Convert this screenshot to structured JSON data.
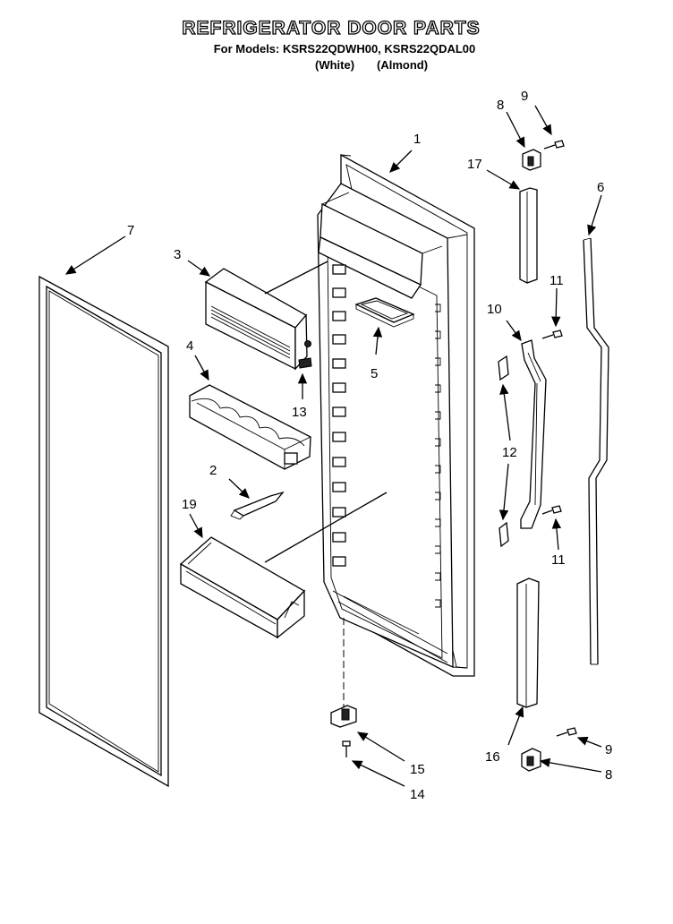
{
  "header": {
    "title": "REFRIGERATOR DOOR PARTS",
    "models_line": "For Models: KSRS22QDWH00, KSRS22QDAL00",
    "finish_white": "(White)",
    "finish_almond": "(Almond)"
  },
  "callouts": {
    "c1": "1",
    "c2": "2",
    "c3": "3",
    "c4": "4",
    "c5": "5",
    "c6": "6",
    "c7": "7",
    "c8_top": "8",
    "c8_bottom": "8",
    "c9_top": "9",
    "c9_bottom": "9",
    "c10": "10",
    "c11_top": "11",
    "c11_bottom": "11",
    "c12": "12",
    "c13": "13",
    "c14": "14",
    "c15": "15",
    "c16": "16",
    "c17": "17",
    "c19": "19"
  }
}
